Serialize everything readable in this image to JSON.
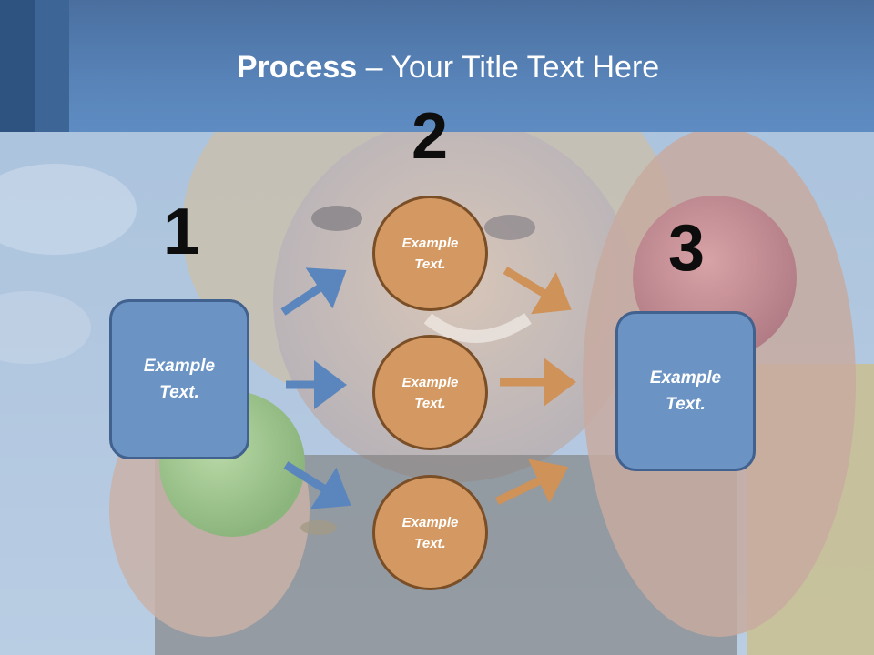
{
  "title": {
    "bold": "Process",
    "rest": " – Your Title Text Here"
  },
  "steps": {
    "one": "1",
    "two": "2",
    "three": "3"
  },
  "left_box": {
    "line1": "Example",
    "line2": "Text."
  },
  "right_box": {
    "line1": "Example",
    "line2": "Text."
  },
  "circles": [
    {
      "line1": "Example",
      "line2": "Text."
    },
    {
      "line1": "Example",
      "line2": "Text."
    },
    {
      "line1": "Example",
      "line2": "Text."
    }
  ],
  "colors": {
    "box_fill": "#6b94c4",
    "box_border": "#41618e",
    "circle_fill": "#d49962",
    "circle_border": "#7a4e26",
    "blue_arrow": "#5b86bd",
    "orange_arrow": "#cf9258",
    "header": "#5883b8"
  }
}
